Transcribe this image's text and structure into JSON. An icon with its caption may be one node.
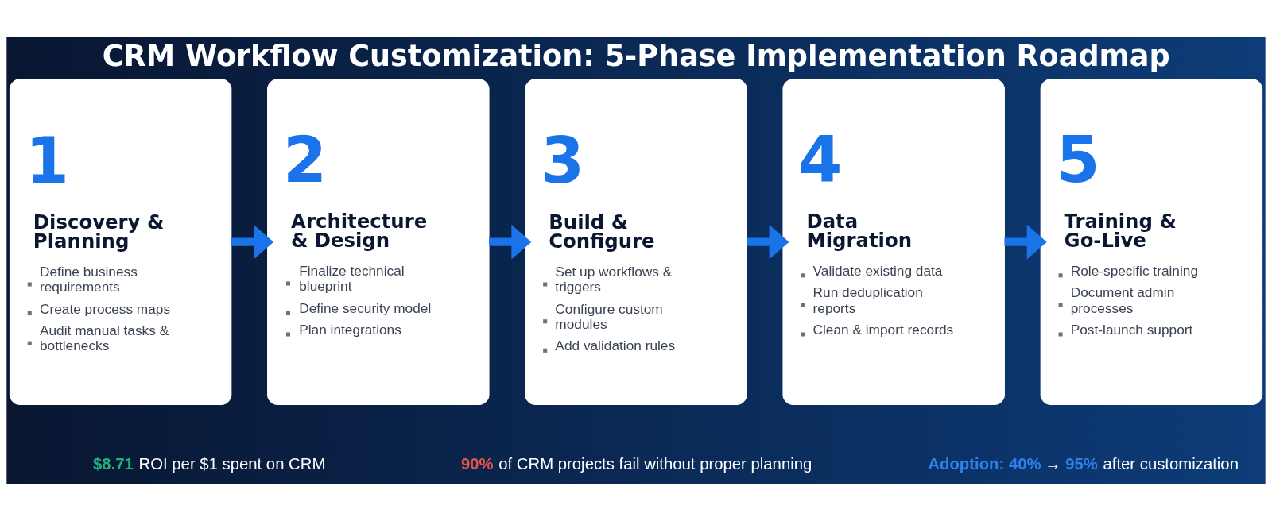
{
  "diagram": {
    "title": "CRM Workflow Customization: 5-Phase Implementation Roadmap",
    "nodes": [
      {
        "text": [
          "1",
          "Discovery & Planning",
          "Define business requirements",
          "Create process maps",
          "Audit manual tasks & bottlenecks"
        ]
      },
      {
        "text": [
          "2",
          "Architecture & Design",
          "Finalize technical blueprint",
          "Define security model",
          "Plan integrations"
        ]
      },
      {
        "text": [
          "3",
          "Build & Configure",
          "Set up workflows & triggers",
          "Configure custom modules",
          "Add validation rules"
        ]
      },
      {
        "text": [
          "4",
          "Data Migration",
          "Validate existing data",
          "Run deduplication reports",
          "Clean & import records"
        ]
      },
      {
        "text": [
          "5",
          "Training & Go-Live",
          "Role-specific training",
          "Document admin processes",
          "Post-launch support"
        ]
      }
    ],
    "edges": [
      {
        "from": 0,
        "to": 1,
        "arrow": "to"
      },
      {
        "from": 1,
        "to": 2,
        "arrow": "to"
      },
      {
        "from": 2,
        "to": 3,
        "arrow": "to"
      },
      {
        "from": 3,
        "to": 4,
        "arrow": "to"
      }
    ],
    "labels": [
      "**$8.71** ROI per $1 spent on CRM",
      "**90%** of CRM projects fail without proper planning",
      "**Adoption: 40%** → **95%** after customization"
    ]
  }
}
